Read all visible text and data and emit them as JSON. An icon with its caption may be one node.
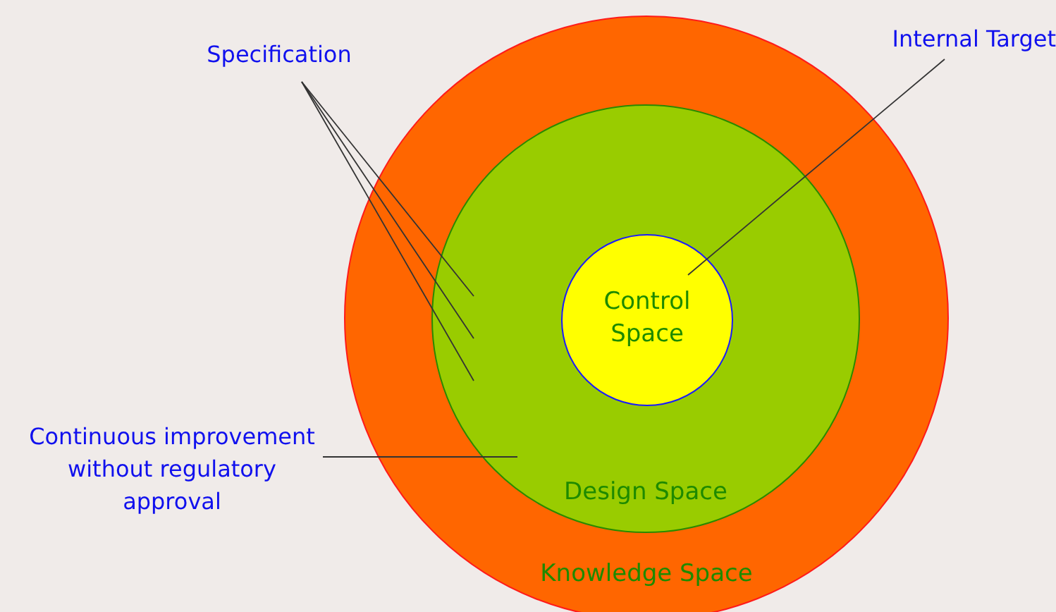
{
  "diagram": {
    "nodes": [
      {
        "text": [
          "Knowledge Space"
        ]
      },
      {
        "text": [
          "Design Space"
        ],
        "in": 0
      },
      {
        "text": [
          "Control Space"
        ],
        "in": 1
      },
      {
        "text": [
          "Specification"
        ]
      },
      {
        "text": [
          "Internal Target"
        ]
      },
      {
        "text": [
          "Continuous improvement without regulatory approval"
        ]
      }
    ],
    "edges": [
      {
        "from": 3,
        "to": 1,
        "arrow": "none"
      },
      {
        "from": 3,
        "to": 1,
        "arrow": "none"
      },
      {
        "from": 3,
        "to": 1,
        "arrow": "none"
      },
      {
        "from": 4,
        "to": 2,
        "arrow": "none"
      },
      {
        "from": 5,
        "to": 1,
        "arrow": "none"
      }
    ]
  }
}
